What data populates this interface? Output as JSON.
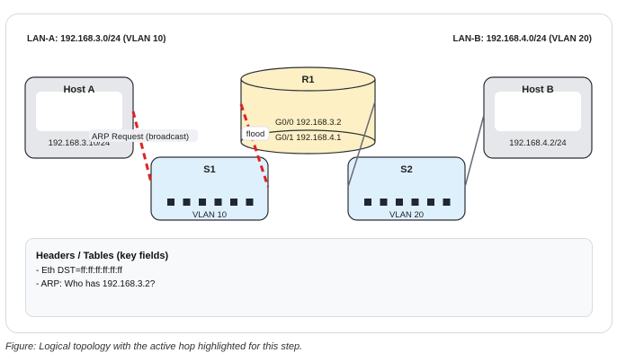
{
  "lan_a_label": "LAN-A: 192.168.3.0/24 (VLAN 10)",
  "lan_b_label": "LAN-B: 192.168.4.0/24 (VLAN 20)",
  "host_a": {
    "name": "Host A",
    "ip": "192.168.3.10/24"
  },
  "host_b": {
    "name": "Host B",
    "ip": "192.168.4.2/24"
  },
  "router": {
    "name": "R1",
    "if0": "G0/0 192.168.3.2",
    "if1": "G0/1 192.168.4.1"
  },
  "switch1": {
    "name": "S1",
    "vlan": "VLAN 10",
    "ports": 6
  },
  "switch2": {
    "name": "S2",
    "vlan": "VLAN 20",
    "ports": 6
  },
  "links": {
    "arp_label": "ARP Request (broadcast)",
    "flood_label": "flood",
    "active_color": "#dd2222",
    "inactive_color": "#666c75"
  },
  "info": {
    "title": "Headers / Tables (key fields)",
    "lines": [
      "- Eth DST=ff:ff:ff:ff:ff:ff",
      "- ARP: Who has 192.168.3.2?"
    ]
  },
  "caption": "Figure: Logical topology with the active hop highlighted for this step."
}
